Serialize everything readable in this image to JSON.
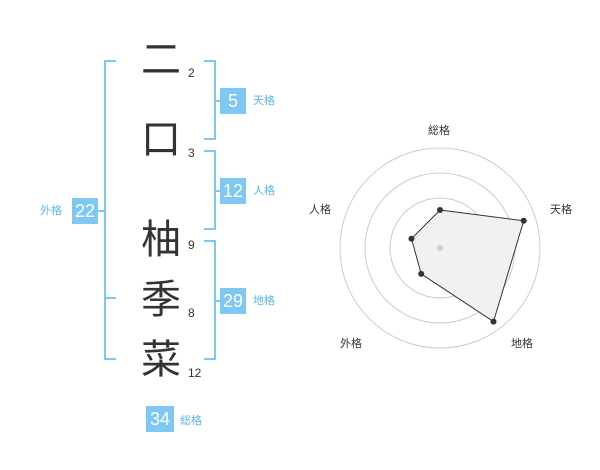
{
  "name": {
    "characters": [
      {
        "char": "二",
        "strokes": "2"
      },
      {
        "char": "口",
        "strokes": "3"
      },
      {
        "char": "柚",
        "strokes": "9"
      },
      {
        "char": "季",
        "strokes": "8"
      },
      {
        "char": "菜",
        "strokes": "12"
      }
    ]
  },
  "kakusu": {
    "tenkaku": {
      "value": "5",
      "label": "天格"
    },
    "jinkaku": {
      "value": "12",
      "label": "人格"
    },
    "chikaku": {
      "value": "29",
      "label": "地格"
    },
    "gaikaku": {
      "value": "22",
      "label": "外格"
    },
    "soukaku": {
      "value": "34",
      "label": "総格"
    }
  },
  "colors": {
    "accent": "#7fc8f4",
    "accent_text": "#5bb6ee",
    "radar_fill": "#f0f0f0",
    "radar_stroke": "#333333",
    "grid": "#cccccc"
  },
  "chart_data": {
    "type": "radar",
    "axes": [
      "総格",
      "天格",
      "地格",
      "外格",
      "人格"
    ],
    "values": [
      0.38,
      0.88,
      0.91,
      0.32,
      0.3
    ],
    "rings": 4,
    "range": [
      0,
      1
    ]
  }
}
